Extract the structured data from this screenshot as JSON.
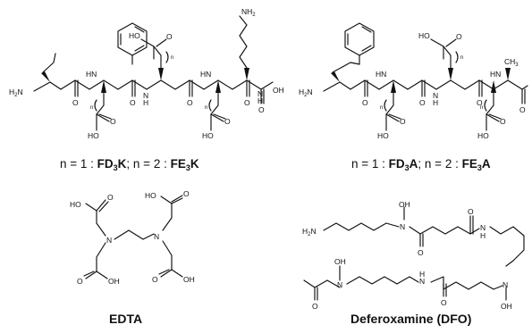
{
  "atoms": {
    "NH2": "NH",
    "H2N": "H",
    "two": "2",
    "N": "N",
    "H": "H",
    "O": "O",
    "OH": "OH",
    "HO": "HO",
    "OHO": "O",
    "n": "n",
    "CH3": "CH",
    "three": "3"
  },
  "captions": {
    "top_left": {
      "part1": "n = 1 : ",
      "c1a": "FD",
      "c1sub": "3",
      "c1b": "K",
      "mid": "; n = 2 : ",
      "c2a": "FE",
      "c2sub": "3",
      "c2b": "K"
    },
    "top_right": {
      "part1": "n = 1 : ",
      "c1a": "FD",
      "c1sub": "3",
      "c1b": "A",
      "mid": "; n = 2 : ",
      "c2a": "FE",
      "c2sub": "3",
      "c2b": "A"
    }
  },
  "names": {
    "edta": "EDTA",
    "dfo": "Deferoxamine (DFO)"
  }
}
